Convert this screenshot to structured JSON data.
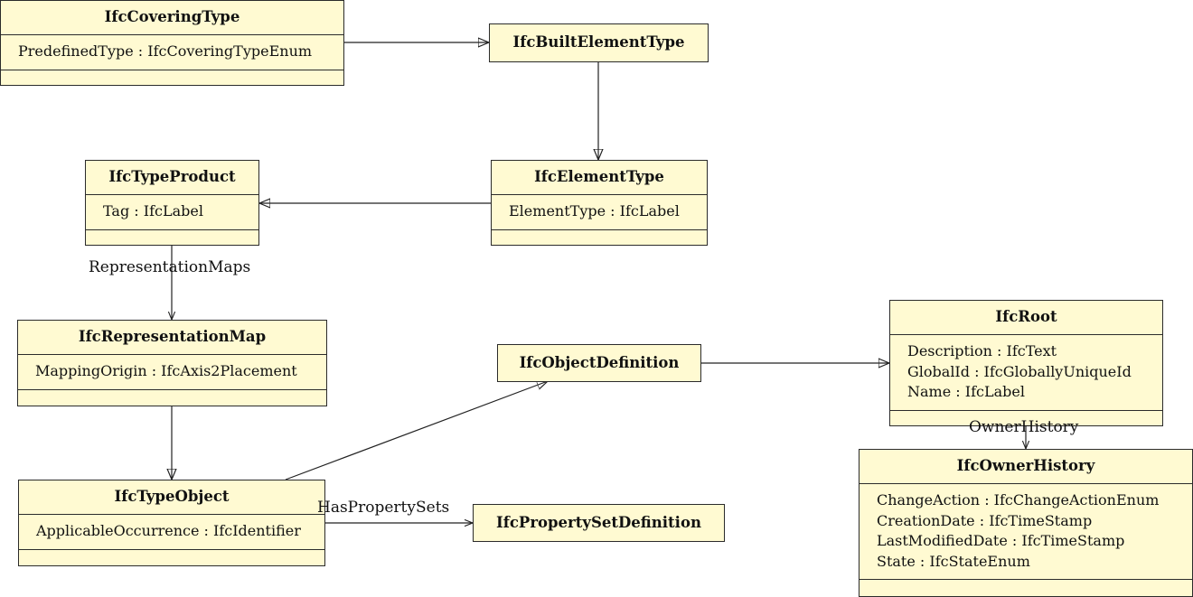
{
  "classes": {
    "covering_type": {
      "name": "IfcCoveringType",
      "attributes": [
        "PredefinedType : IfcCoveringTypeEnum"
      ]
    },
    "built_element_type": {
      "name": "IfcBuiltElementType"
    },
    "type_product": {
      "name": "IfcTypeProduct",
      "attributes": [
        "Tag : IfcLabel"
      ]
    },
    "element_type": {
      "name": "IfcElementType",
      "attributes": [
        "ElementType : IfcLabel"
      ]
    },
    "representation_map": {
      "name": "IfcRepresentationMap",
      "attributes": [
        "MappingOrigin : IfcAxis2Placement"
      ]
    },
    "object_definition": {
      "name": "IfcObjectDefinition"
    },
    "root": {
      "name": "IfcRoot",
      "attributes": [
        "Description : IfcText",
        "GlobalId : IfcGloballyUniqueId",
        "Name : IfcLabel"
      ]
    },
    "type_object": {
      "name": "IfcTypeObject",
      "attributes": [
        "ApplicableOccurrence : IfcIdentifier"
      ]
    },
    "property_set_definition": {
      "name": "IfcPropertySetDefinition"
    },
    "owner_history": {
      "name": "IfcOwnerHistory",
      "attributes": [
        "ChangeAction : IfcChangeActionEnum",
        "CreationDate : IfcTimeStamp",
        "LastModifiedDate : IfcTimeStamp",
        "State : IfcStateEnum"
      ]
    }
  },
  "edge_labels": {
    "representation_maps": "RepresentationMaps",
    "has_property_sets": "HasPropertySets",
    "owner_history": "OwnerHistory"
  },
  "colors": {
    "class_fill": "#fffad2",
    "line": "#222222"
  }
}
